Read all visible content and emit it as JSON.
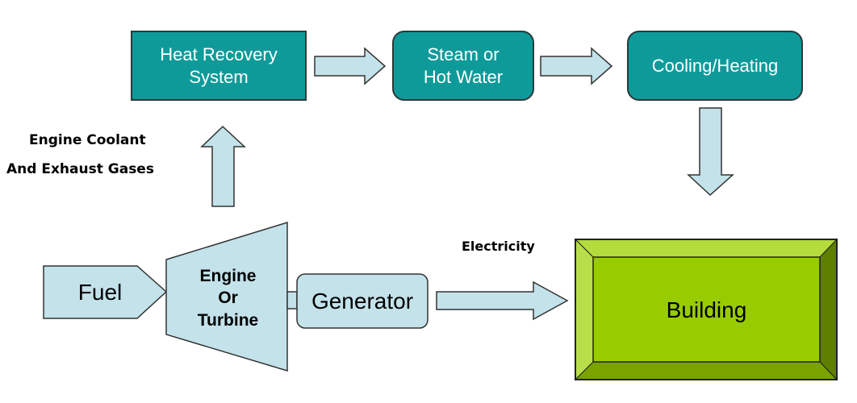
{
  "diagram": {
    "colors": {
      "teal_box": "#0f9a9a",
      "light_blue": "#c3e2ea",
      "outline": "#333333",
      "building_face": "#99cc00",
      "building_top": "#b3dc3c",
      "building_left": "#b8df4a",
      "building_right": "#5f7f00",
      "building_bottom": "#7aa300"
    },
    "nodes": {
      "heat_recovery": "Heat Recovery\nSystem",
      "steam": "Steam or\nHot Water",
      "cooling": "Cooling/Heating",
      "fuel": "Fuel",
      "engine": "Engine\nOr\nTurbine",
      "generator": "Generator",
      "building": "Building"
    },
    "labels": {
      "coolant_line1": "Engine Coolant",
      "coolant_line2": "And Exhaust Gases",
      "electricity": "Electricity"
    }
  }
}
